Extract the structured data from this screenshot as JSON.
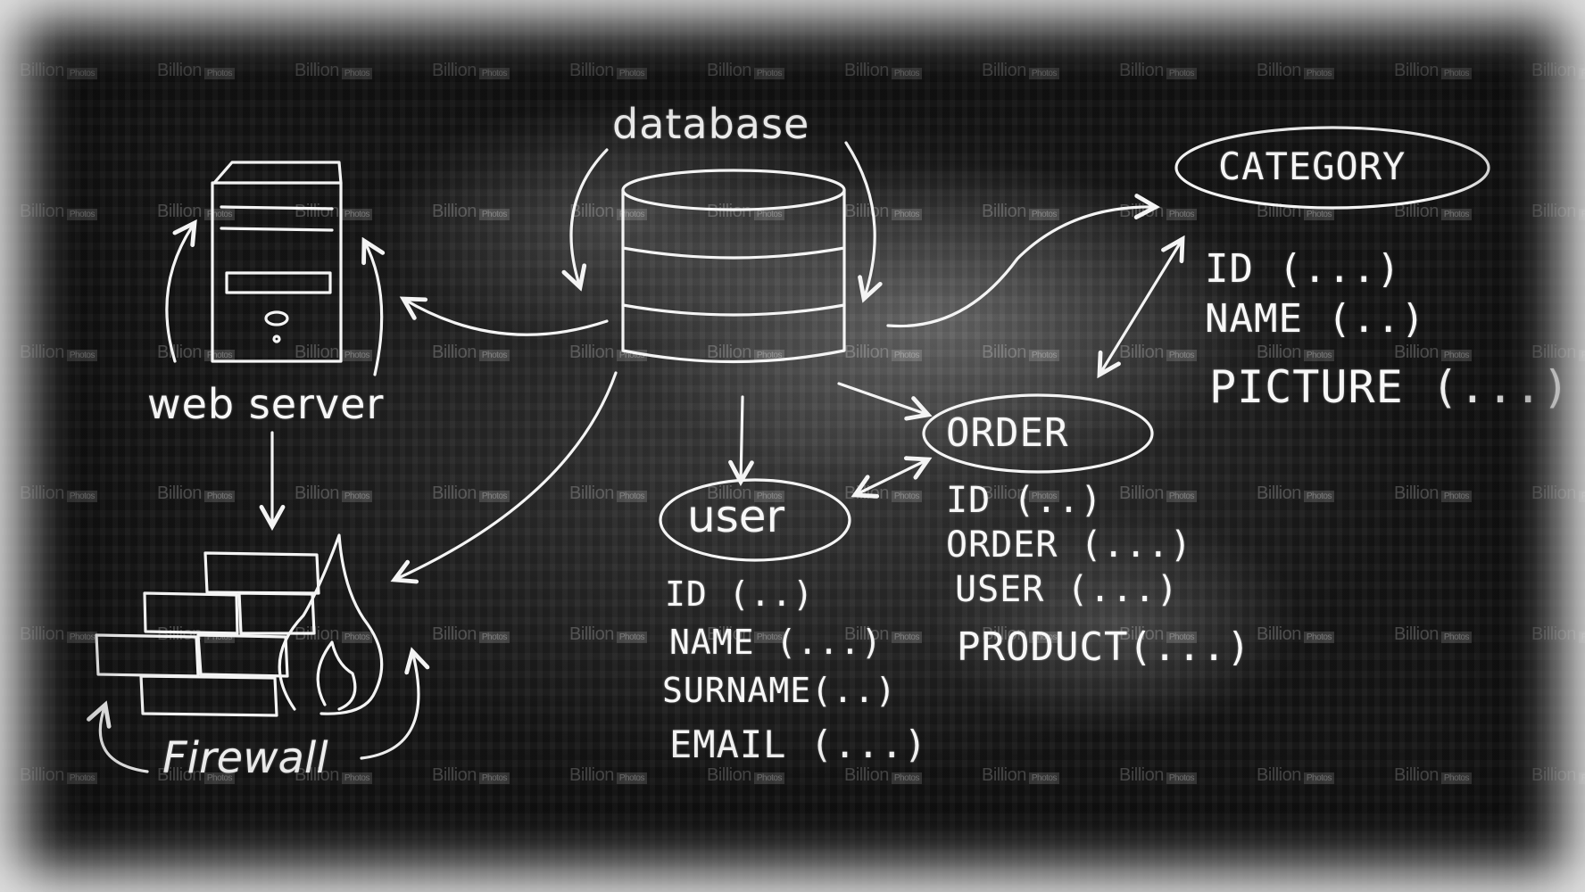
{
  "watermark": {
    "brand": "Billion",
    "sub": "Photos"
  },
  "labels": {
    "database": "database",
    "web_server": "web server",
    "firewall": "Firewall",
    "category": "CATEGORY",
    "order": "ORDER",
    "user": "user"
  },
  "category_fields": [
    "ID    (...)",
    "NAME (..)",
    "PICTURE (...)"
  ],
  "order_fields": [
    "ID   (..)",
    "ORDER (...)",
    "USER (...)",
    "PRODUCT(...)"
  ],
  "user_fields": [
    "ID    (..)",
    "NAME (...)",
    "SURNAME(..)",
    "EMAIL (...)"
  ]
}
